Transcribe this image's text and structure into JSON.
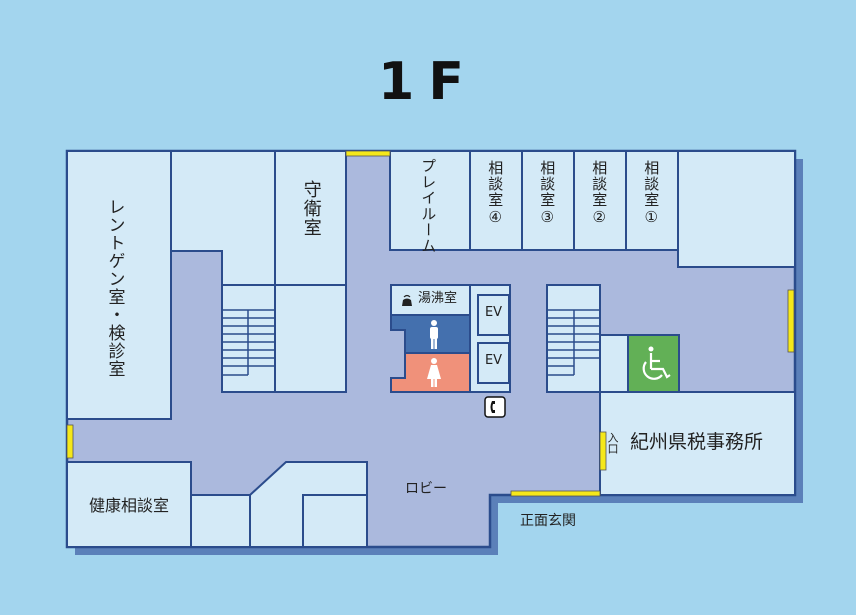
{
  "floor_title": "1F",
  "colors": {
    "background": "#a3d5ee",
    "floor": "#abb9dd",
    "room": "#d4eaf7",
    "wall": "#2b4c8c",
    "shadow": "#5b80b9",
    "door": "#f5e81a",
    "men": "#4470ae",
    "women": "#f0917a",
    "accessible": "#62b056"
  },
  "rooms": {
    "xray": "レントゲン室・検診室",
    "guard": "守衛室",
    "playroom": "プレイルーム",
    "consult4": "相談室④",
    "consult3": "相談室③",
    "consult2": "相談室②",
    "consult1": "相談室①",
    "kitchen": "湯沸室",
    "ev1": "EV",
    "ev2": "EV",
    "tax_office": "紀州県税事務所",
    "entrance_side": "入口",
    "health": "健康相談室",
    "lobby": "ロビー",
    "main_entrance": "正面玄関"
  },
  "icons": [
    "kettle-icon",
    "men-restroom-icon",
    "women-restroom-icon",
    "phone-icon",
    "wheelchair-icon"
  ]
}
